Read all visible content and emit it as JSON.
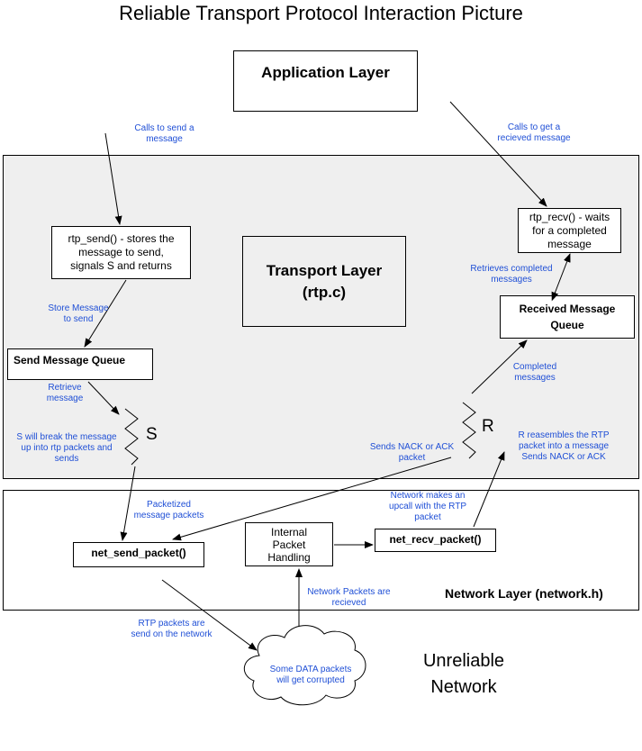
{
  "title": "Reliable Transport Protocol Interaction Picture",
  "application_layer": "Application Layer",
  "transport_layer": {
    "line1": "Transport Layer",
    "line2": "(rtp.c)"
  },
  "network_layer": "Network Layer (network.h)",
  "unreliable_network": {
    "line1": "Unreliable",
    "line2": "Network"
  },
  "rtp_send": {
    "line1": "rtp_send() - stores the",
    "line2": "message to send,",
    "line3": "signals S and returns"
  },
  "rtp_recv": {
    "line1": "rtp_recv() - waits",
    "line2": "for a completed",
    "line3": "message"
  },
  "send_queue": "Send Message Queue",
  "received_queue": {
    "line1": "Received Message",
    "line2": "Queue"
  },
  "thread_s": "S",
  "thread_r": "R",
  "net_send": "net_send_packet()",
  "net_recv": "net_recv_packet()",
  "internal": {
    "line1": "Internal",
    "line2": "Packet",
    "line3": "Handling"
  },
  "cloud": {
    "line1": "Some DATA packets",
    "line2": "will get corrupted"
  },
  "notes": {
    "calls_send": {
      "line1": "Calls to send a",
      "line2": "message"
    },
    "calls_get": {
      "line1": "Calls to get a",
      "line2": "recieved message"
    },
    "store": {
      "line1": "Store Message",
      "line2": "to send"
    },
    "retrieve": {
      "line1": "Retrieve",
      "line2": "message"
    },
    "s_break": {
      "line1": "S will break the message",
      "line2": "up into rtp packets and",
      "line3": "sends"
    },
    "retrieves_completed": {
      "line1": "Retrieves completed",
      "line2": "messages"
    },
    "completed": {
      "line1": "Completed",
      "line2": "messages"
    },
    "r_reassembles": {
      "line1": "R reasembles the RTP",
      "line2": "packet into a message",
      "line3": "Sends NACK or ACK"
    },
    "sends_nack": {
      "line1": "Sends NACK or ACK",
      "line2": "packet"
    },
    "packetized": {
      "line1": "Packetized",
      "line2": "message packets"
    },
    "upcall": {
      "line1": "Network makes an",
      "line2": "upcall with the RTP",
      "line3": "packet"
    },
    "net_recieved": {
      "line1": "Network Packets are",
      "line2": "recieved"
    },
    "rtp_sent": {
      "line1": "RTP packets are",
      "line2": "send on the network"
    }
  }
}
